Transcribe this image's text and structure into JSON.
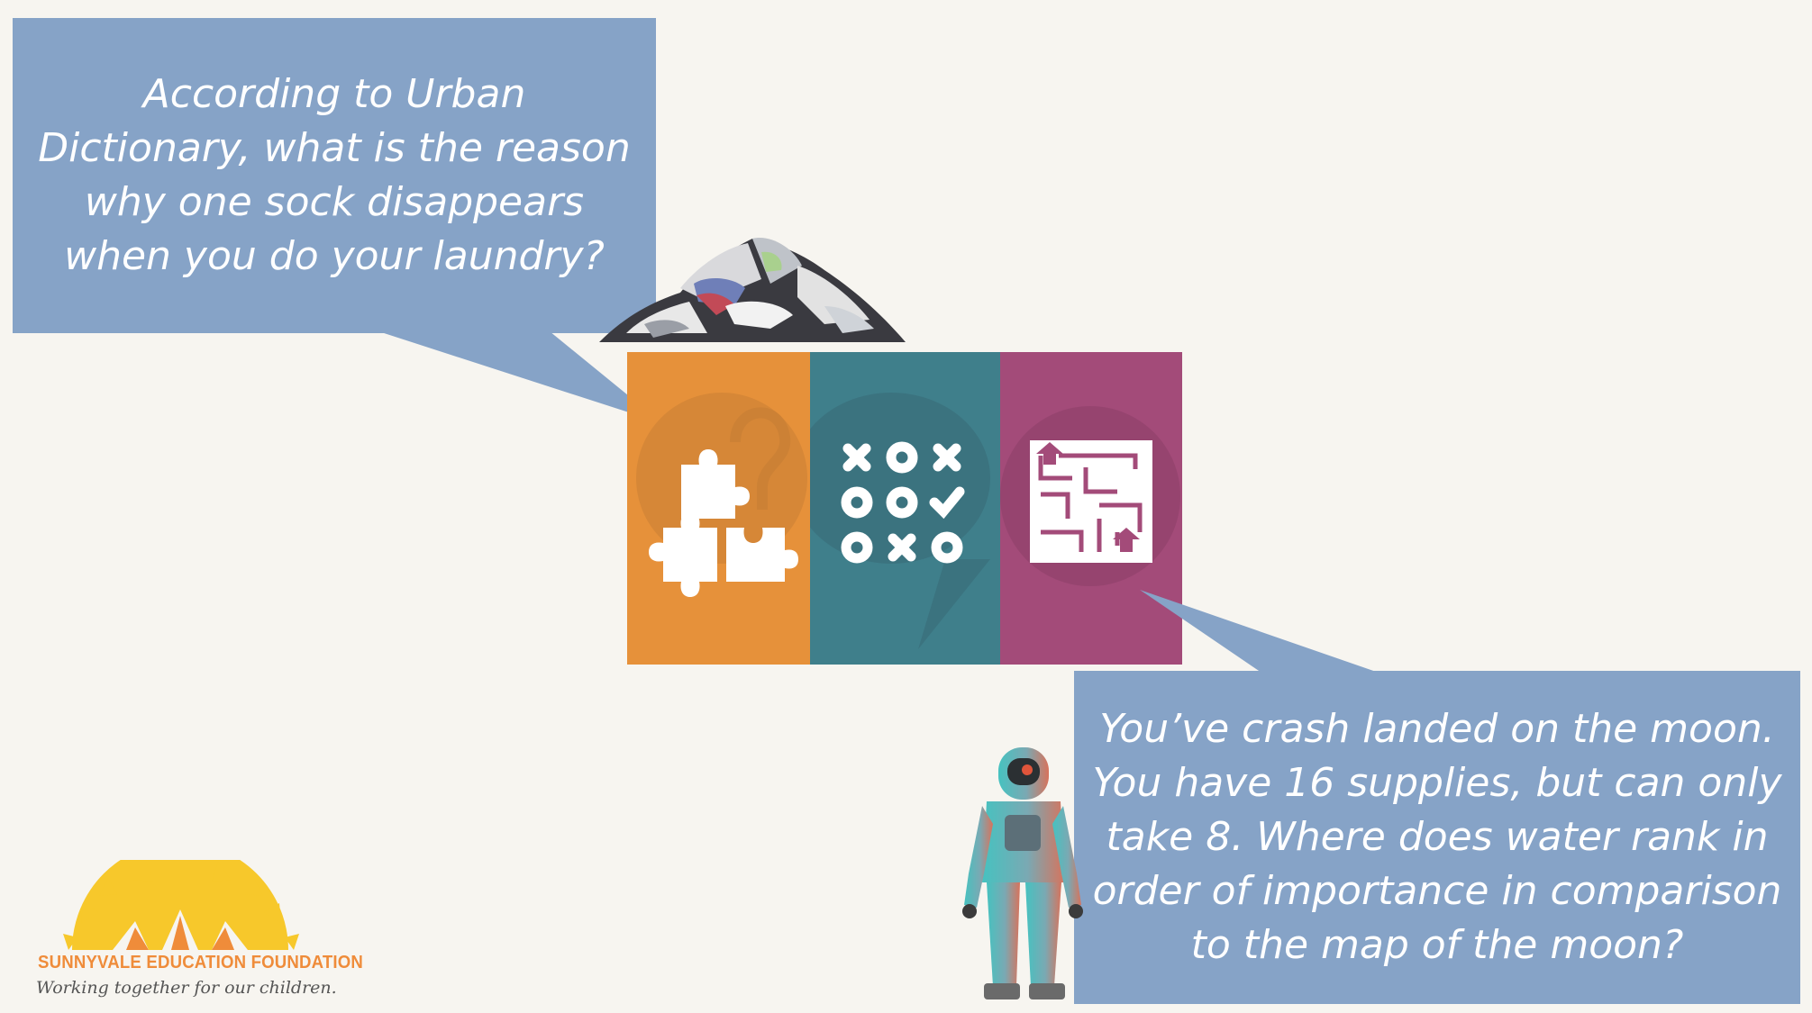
{
  "bubbles": {
    "top": "According to Urban Dictionary, what is the reason why one sock disappears when you do your laundry?",
    "bottom": "You’ve crash landed on the moon. You have 16 supplies, but can only take 8. Where does water rank in order of importance in comparison to the map of the moon?"
  },
  "panels": [
    {
      "color": "#e6913a",
      "icon": "puzzle-pieces-icon"
    },
    {
      "color": "#3f7f8b",
      "icon": "tic-tac-toe-icon"
    },
    {
      "color": "#a34b79",
      "icon": "maze-icon"
    }
  ],
  "logo": {
    "name": "SUNNYVALE EDUCATION FOUNDATION",
    "tagline": "Working together for our children.",
    "color": "#ef8c3a",
    "sun_color": "#f7c82b"
  },
  "colors": {
    "bubble": "#86a3c7",
    "background": "#f7f5f0"
  }
}
